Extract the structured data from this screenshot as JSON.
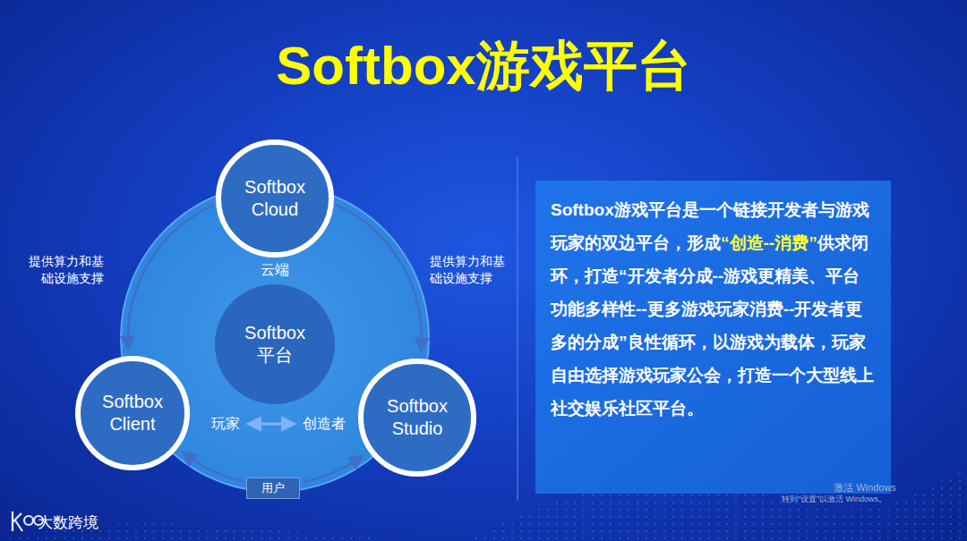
{
  "diagram": {
    "title": "Softbox游戏平台",
    "nodes": [
      {
        "text": [
          "Softbox Cloud"
        ]
      },
      {
        "text": [
          "Softbox 平台"
        ]
      },
      {
        "text": [
          "Softbox Client"
        ]
      },
      {
        "text": [
          "Softbox Studio"
        ]
      },
      {
        "text": [
          "用户"
        ]
      },
      {
        "text": [
          "Softbox游戏平台是一个链接开发者与游戏玩家的双边平台，形成",
          "“创造--消费”",
          "供求闭环，打造“开发者分成--游戏更精美、平台功能多样性--更多游戏玩家消费--开发者更多的分成”良性循环，以游戏为载体，玩家自由选择游戏玩家公会，打造一个大型线上社交娱乐社区平台。"
        ]
      }
    ],
    "edges": [
      {
        "from": 0,
        "to": 2,
        "arrow": "to",
        "label": "提供算力和基础设施支撑"
      },
      {
        "from": 0,
        "to": 3,
        "arrow": "to",
        "label": "提供算力和基础设施支撑"
      },
      {
        "from": 4,
        "to": 2,
        "arrow": "to"
      },
      {
        "from": 4,
        "to": 3,
        "arrow": "to"
      }
    ],
    "labels": [
      "云端",
      "玩家",
      "创造者",
      "激活 Windows",
      "转到“设置”以激活 Windows。",
      "大数跨境"
    ]
  }
}
